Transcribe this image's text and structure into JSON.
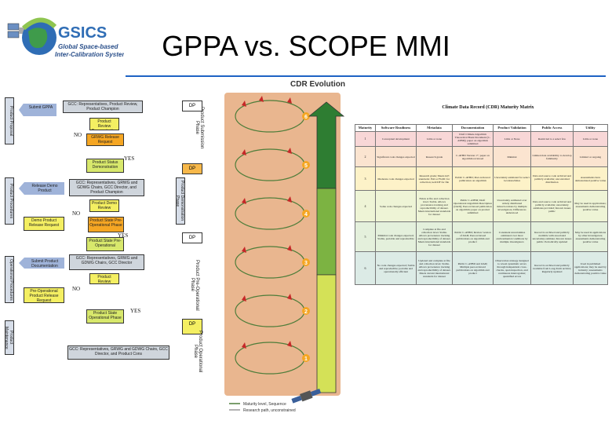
{
  "header": {
    "logo_mark": "GSICS",
    "logo_text": [
      "Global Space-based",
      "Inter-Calibration System"
    ],
    "title": "GPPA vs. SCOPE MMI"
  },
  "flowchart": {
    "phase_labels": [
      "Product Submission Phase",
      "Product Demonstration Phase",
      "Product Pre-Operational Phase",
      "Product Operational Phase"
    ],
    "tags": [
      "DP",
      "DP",
      "DP",
      "DP",
      "NO",
      "YES",
      "NO",
      "YES",
      "NO",
      "YES"
    ],
    "blocks": [
      {
        "kind": "arrow",
        "text": "Product Proposal"
      },
      {
        "kind": "box",
        "text": "Submit GPPA"
      },
      {
        "kind": "box",
        "text": "GCC: Representatives, Product Review, Product Champion"
      },
      {
        "kind": "box",
        "text": "Product Review Demonstration Phase"
      },
      {
        "kind": "box",
        "text": "GRWG Release Request"
      },
      {
        "kind": "box",
        "text": "Product Status Demonstration"
      },
      {
        "kind": "arrow",
        "text": "Product Procedures"
      },
      {
        "kind": "box",
        "text": "Release Demo Product"
      },
      {
        "kind": "box",
        "text": "GCC: Representatives, GRWG and GDWG Chairs, GCC Director, and Product Champion"
      },
      {
        "kind": "box",
        "text": "Product Demo Review"
      },
      {
        "kind": "box",
        "text": "Product State Pre-Operational Phase"
      },
      {
        "kind": "box",
        "text": "Product State Pre-Operational"
      },
      {
        "kind": "box",
        "text": "Demo Product Release Request"
      },
      {
        "kind": "arrow",
        "text": "Operational Procedures"
      },
      {
        "kind": "box",
        "text": "Submit Product Documentation"
      },
      {
        "kind": "box",
        "text": "GCC: Representatives, GRWG and GDWG Chairs, GCC Director"
      },
      {
        "kind": "box",
        "text": "Product Review Operational Phase"
      },
      {
        "kind": "box",
        "text": "Pre-Operational Product Release Request"
      },
      {
        "kind": "box",
        "text": "Product State Operational Phase"
      },
      {
        "kind": "arrow",
        "text": "Product Maintenance"
      },
      {
        "kind": "box",
        "text": "GCC: Representatives, GRWG and GDWG Chairs, GCC Director, and Product Cons"
      }
    ]
  },
  "evolution": {
    "title": "CDR Evolution",
    "levels": [
      "1",
      "2",
      "3",
      "4",
      "5",
      "6"
    ],
    "legend": [
      "Maturity level, Sequence",
      "Research path, unconstrained"
    ],
    "colors": {
      "bar": "#e9b68f",
      "arrow_top": "#2e7d32",
      "arrow_mid": "#7cb342",
      "arrow_low": "#d4e157",
      "ring": "#4e7d3a"
    }
  },
  "matrix": {
    "title": "Climate Data Record (CDR) Maturity Matrix",
    "columns": [
      "Maturity",
      "Software Readiness",
      "Metadata",
      "Documentation",
      "Product Validation",
      "Public Access",
      "Utility"
    ],
    "rows": [
      {
        "level": "1",
        "color": "#f8d7d7",
        "cells": [
          "Conceptual development",
          "Little or none",
          "Draft Climate Algorithm Theoretical Basis Document (C-ATBD); paper on algorithm submitted",
          "Little or None",
          "Restricted to a select few",
          "Little or none"
        ]
      },
      {
        "level": "2",
        "color": "#fbe4d0",
        "cells": [
          "Significant code changes expected",
          "Research grade",
          "C-ATBD Version 1+; paper on algorithm reviewed",
          "Minimal",
          "Limited data availability to develop familiarity",
          "Limited or ongoing"
        ]
      },
      {
        "level": "3",
        "color": "#fdf2c8",
        "cells": [
          "Moderate code changes expected",
          "Research grade; Meets int'l standards: ISO or FGDC for collection; netCDF for file",
          "Public C-ATBD; Peer-reviewed publication on algorithm",
          "Uncertainty estimated for select locations/times",
          "Data and source code archived and publicly available; uncontrolled distribution",
          "Assessments have demonstrated positive value"
        ]
      },
      {
        "level": "4",
        "color": "#eef4d6",
        "cells": [
          "Some code changes expected",
          "Exists at file and collection level. Stable. Allows provenance tracking and reproducibility of dataset. Meets international standards for dataset",
          "Public C-ATBD; Draft Operational Algorithm Description (OAD); Peer-reviewed publication on algorithm; paper on product submitted",
          "Uncertainty estimated over widely distributed times/locations by multiple investigators; Differences understood",
          "Data and source code archived and publicly available; uncertainty estimates provided; Known issues public",
          "May be used in applications; assessments demonstrating positive value"
        ]
      },
      {
        "level": "5",
        "color": "#e4f0dc",
        "cells": [
          "Minimal code changes expected; Stable, portable and reproducible",
          "Complete at file and collection level. Stable. Allows provenance tracking and reproducibility of dataset. Meets international standards for dataset",
          "Public C-ATBD; Review version of OAD; Peer-reviewed publications on algorithm and product",
          "Consistent uncertainties estimated over most environmental conditions by multiple investigators",
          "Record is archived and publicly available with associated uncertainty estimate; Known issues public. Periodically updated",
          "May be used in applications by other investigators; assessments demonstrating positive value"
        ]
      },
      {
        "level": "6",
        "color": "#dcebe6",
        "cells": [
          "No code changes expected; Stable and reproducible; portable and operationally efficient",
          "Updated and complete at file and collection level. Stable. Allows provenance tracking and reproducibility of dataset. Meets current international standards for dataset",
          "Public C-ATBD and OAD; Multiple peer-reviewed publications on algorithm and product",
          "Observation strategy designed to reveal systematic errors through independent cross-checks, open inspection, and continuous interrogation; quantified errors",
          "Record is archived and publicly available from Long-Term archive; Regularly updated",
          "Used in published applications; may be used by industry; assessments demonstrating positive value"
        ]
      }
    ]
  }
}
